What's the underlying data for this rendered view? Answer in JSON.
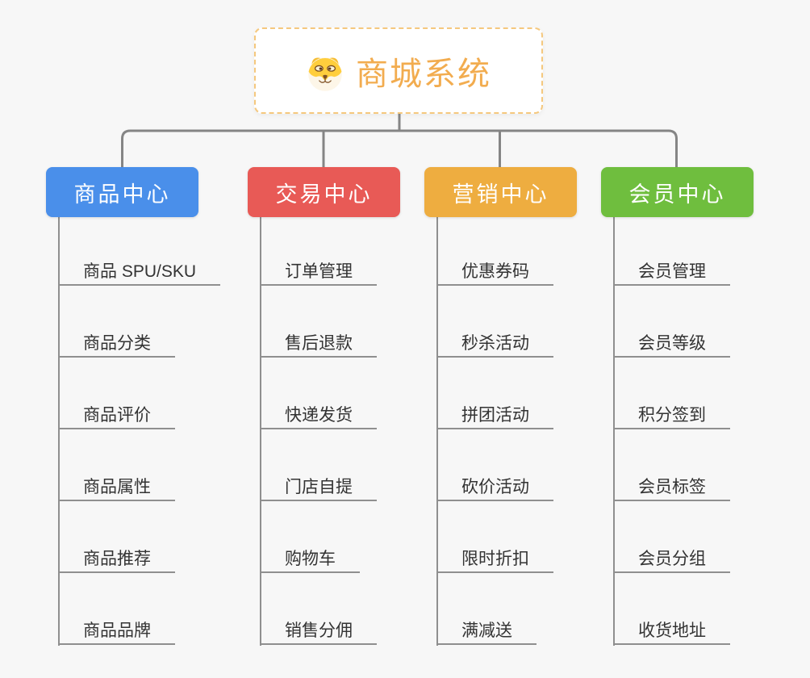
{
  "diagram": {
    "root": {
      "title": "商城系统",
      "icon": "dog-face-icon"
    },
    "branches": [
      {
        "label": "商品中心",
        "color": "#4a8fea",
        "items": [
          "商品 SPU/SKU",
          "商品分类",
          "商品评价",
          "商品属性",
          "商品推荐",
          "商品品牌"
        ]
      },
      {
        "label": "交易中心",
        "color": "#e85a56",
        "items": [
          "订单管理",
          "售后退款",
          "快递发货",
          "门店自提",
          "购物车",
          "销售分佣"
        ]
      },
      {
        "label": "营销中心",
        "color": "#eead40",
        "items": [
          "优惠券码",
          "秒杀活动",
          "拼团活动",
          "砍价活动",
          "限时折扣",
          "满减送"
        ]
      },
      {
        "label": "会员中心",
        "color": "#6fbe3e",
        "items": [
          "会员管理",
          "会员等级",
          "积分签到",
          "会员标签",
          "会员分组",
          "收货地址"
        ]
      }
    ],
    "colors": {
      "background": "#f7f7f7",
      "root_text": "#f2ac4f",
      "root_border": "#f5c87e",
      "connector_line": "#858585",
      "item_line": "#8f8f8f",
      "item_text": "#333333"
    }
  }
}
